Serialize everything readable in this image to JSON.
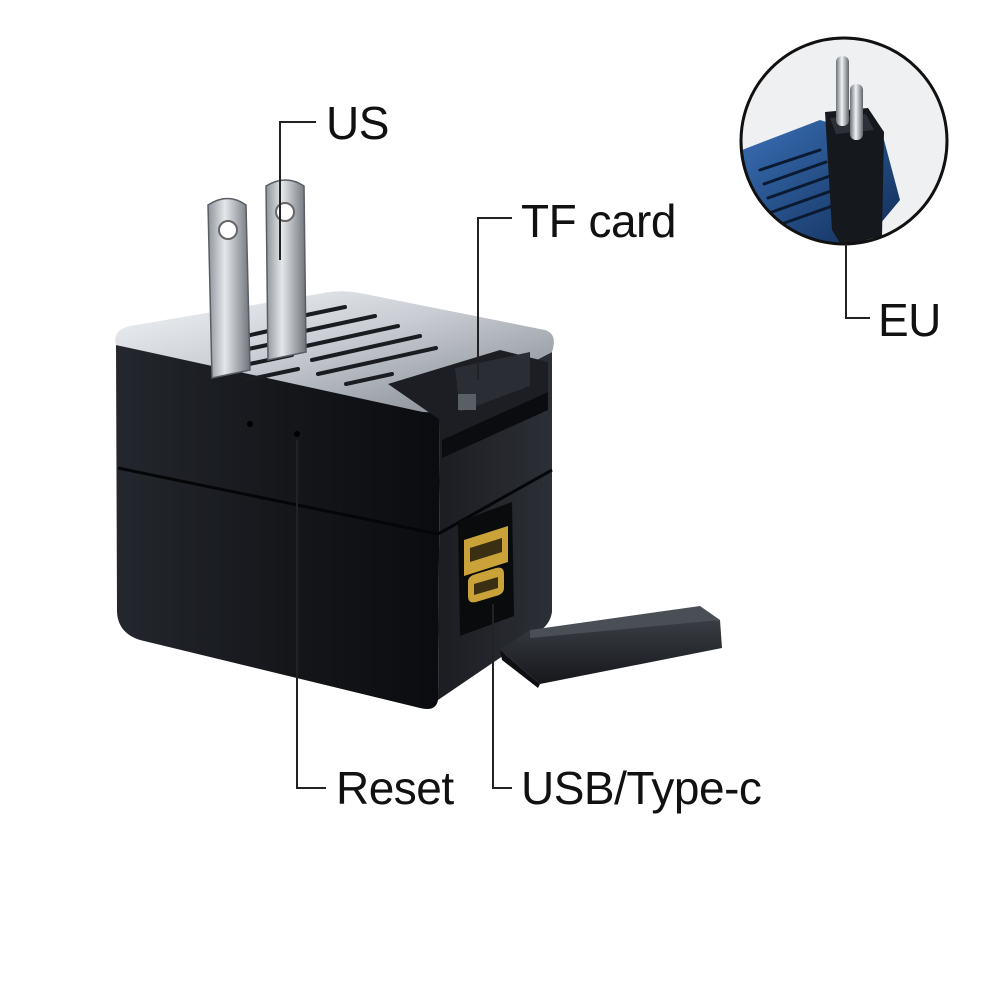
{
  "labels": {
    "us": "US",
    "tf_card": "TF card",
    "eu": "EU",
    "reset": "Reset",
    "usb_type_c": "USB/Type-c"
  },
  "colors": {
    "body_black": "#111318",
    "top_silver": "#d9dde2",
    "eu_blue": "#1f4f8f",
    "leader_line": "#222222",
    "usb_gold": "#c9a23a"
  }
}
